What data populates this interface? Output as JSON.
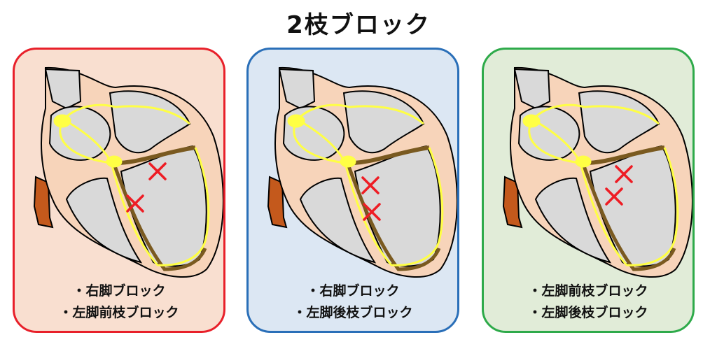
{
  "title": "2枝ブロック",
  "colors": {
    "panel_bg": [
      "#f9dfd0",
      "#dce7f3",
      "#e1ecd8"
    ],
    "panel_border": [
      "#e8202a",
      "#2a6fb8",
      "#2eaa4a"
    ],
    "conduction": "#ffff44",
    "bundle": "#7a5a20",
    "myocardium": "#f7d4ba",
    "chamber": "#d9d9d9",
    "block_mark": "#ee1c24",
    "vessel": "#c4591c"
  },
  "panels": [
    {
      "captions": [
        "・右脚ブロック",
        "・左脚前枝ブロック"
      ]
    },
    {
      "captions": [
        "・右脚ブロック",
        "・左脚後枝ブロック"
      ]
    },
    {
      "captions": [
        "・左脚前枝ブロック",
        "・左脚後枝ブロック"
      ]
    }
  ]
}
